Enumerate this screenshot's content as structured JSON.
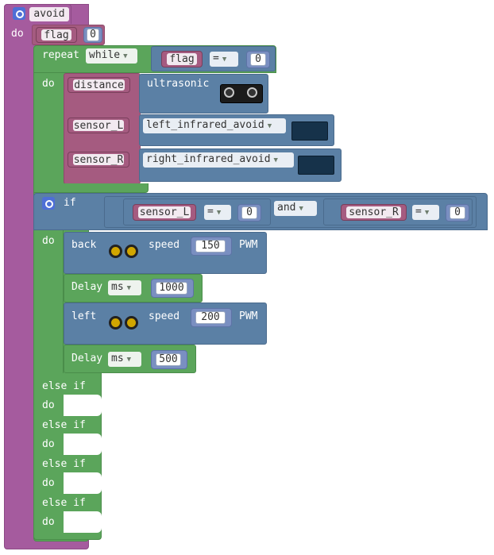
{
  "procedure": {
    "name": "avoid",
    "do_label": "do"
  },
  "set_flag": {
    "var": "flag",
    "value": "0"
  },
  "repeat": {
    "label": "repeat",
    "mode": "while",
    "cond": {
      "var": "flag",
      "op": "=",
      "value": "0"
    },
    "do_label": "do"
  },
  "assign_distance": {
    "var": "distance",
    "fn": "ultrasonic"
  },
  "assign_sensor_l": {
    "var": "sensor_L",
    "fn": "left_infrared_avoid"
  },
  "assign_sensor_r": {
    "var": "sensor_R",
    "fn": "right_infrared_avoid"
  },
  "if_block": {
    "label": "if",
    "do_label": "do",
    "left": {
      "var": "sensor_L",
      "op": "=",
      "value": "0"
    },
    "logic": "and",
    "right": {
      "var": "sensor_R",
      "op": "=",
      "value": "0"
    }
  },
  "back": {
    "label": "back",
    "speed_label": "speed",
    "value": "150",
    "unit": "PWM"
  },
  "delay1": {
    "label": "Delay",
    "unit": "ms",
    "value": "1000"
  },
  "left": {
    "label": "left",
    "speed_label": "speed",
    "value": "200",
    "unit": "PWM"
  },
  "delay2": {
    "label": "Delay",
    "unit": "ms",
    "value": "500"
  },
  "else_ifs": [
    {
      "label": "else if",
      "do": "do"
    },
    {
      "label": "else if",
      "do": "do"
    },
    {
      "label": "else if",
      "do": "do"
    },
    {
      "label": "else if",
      "do": "do"
    }
  ]
}
